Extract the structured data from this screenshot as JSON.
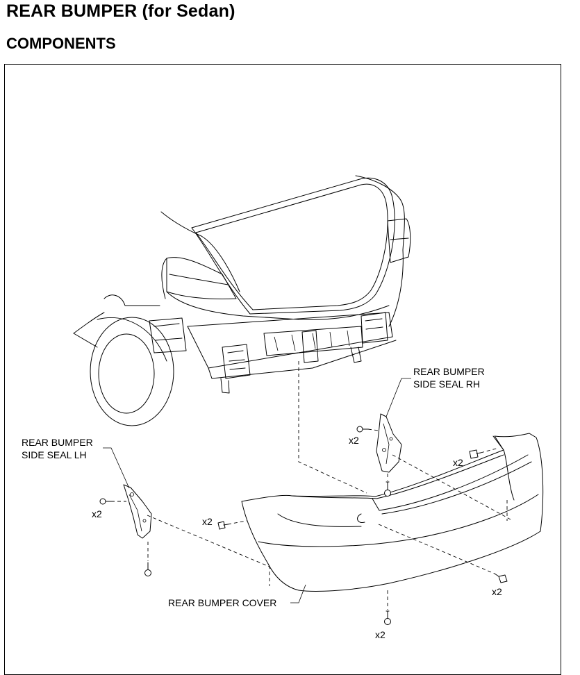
{
  "header": {
    "title": "REAR BUMPER (for Sedan)",
    "subtitle": "COMPONENTS"
  },
  "labels": {
    "side_seal_rh": [
      "REAR BUMPER",
      "SIDE SEAL RH"
    ],
    "side_seal_lh": [
      "REAR BUMPER",
      "SIDE SEAL LH"
    ],
    "cover": "REAR BUMPER COVER"
  },
  "quantities": {
    "rh_screw": "x2",
    "lh_screw": "x2",
    "cover_left_screw": "x2",
    "cover_right_screw": "x2",
    "rh_side_screw": "x2",
    "cover_bottom_screw": "x2"
  }
}
